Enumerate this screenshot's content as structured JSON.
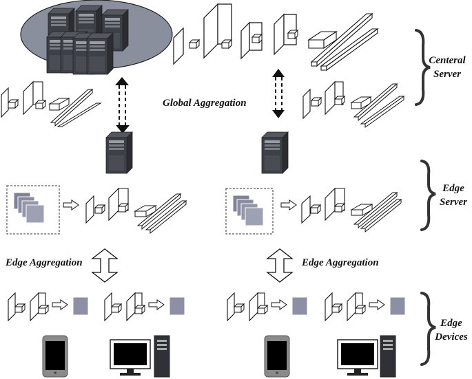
{
  "tiers": {
    "central_server": {
      "line1": "Centeral",
      "line2": "Server"
    },
    "edge_server": {
      "line1": "Edge",
      "line2": "Server"
    },
    "edge_devices": {
      "line1": "Edge",
      "line2": "Devices"
    }
  },
  "labels": {
    "global_aggregation": "Global Aggregation",
    "edge_aggregation": "Edge Aggregation"
  },
  "colors": {
    "line": "#111111",
    "server_body": "#3a3c44",
    "server_panel": "#6a6c74",
    "cloud_fill": "#8a8f9e",
    "data_square": "#8d8fa4",
    "phone_body": "#8a8a8a",
    "screen": "#000000"
  },
  "icons": [
    "server-cluster-icon",
    "server-tower-icon",
    "cnn-model-icon",
    "data-stack-icon",
    "smartphone-icon",
    "desktop-computer-icon",
    "double-arrow-icon",
    "dashed-arrow-icon"
  ]
}
